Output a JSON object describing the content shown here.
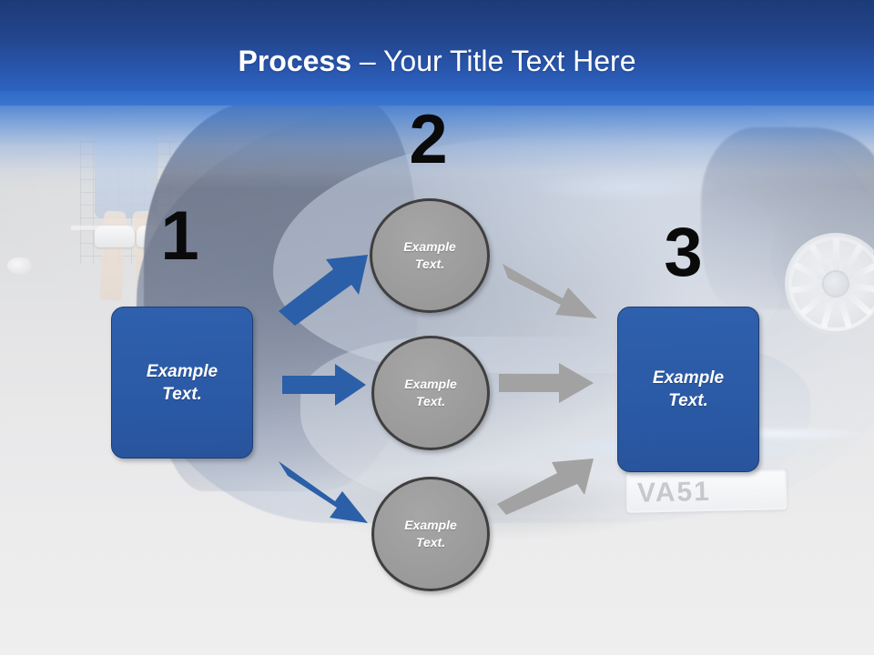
{
  "slide": {
    "title_bold": "Process",
    "title_rest": " – Your Title Text Here"
  },
  "colors": {
    "header_top": "#1d3a78",
    "header_bottom": "#2f6ccb",
    "box_blue": "#2b5aa6",
    "box_blue_border": "#1c3d72",
    "circle_gray": "#9d9d9d",
    "circle_gray_border": "#3f3f3f",
    "arrow_blue": "#2b5fa8",
    "arrow_gray": "#a2a2a2",
    "number_black": "#0a0a0a",
    "text_white": "#ffffff"
  },
  "diagram": {
    "steps": [
      {
        "number": "1",
        "label": "Example\nText."
      },
      {
        "number": "2",
        "label": ""
      },
      {
        "number": "3",
        "label": "Example\nText."
      }
    ],
    "numbers": {
      "one": "1",
      "two": "2",
      "three": "3"
    },
    "start_box": {
      "line1": "Example",
      "line2": "Text."
    },
    "end_box": {
      "line1": "Example",
      "line2": "Text."
    },
    "circles": [
      {
        "line1": "Example",
        "line2": "Text."
      },
      {
        "line1": "Example",
        "line2": "Text."
      },
      {
        "line1": "Example",
        "line2": "Text."
      }
    ],
    "arrows": [
      {
        "name": "blue-arrow-up-right",
        "color": "#2b5fa8",
        "direction": "up-right"
      },
      {
        "name": "blue-arrow-right",
        "color": "#2b5fa8",
        "direction": "right"
      },
      {
        "name": "blue-arrow-down-right",
        "color": "#2b5fa8",
        "direction": "down-right"
      },
      {
        "name": "gray-arrow-down-right",
        "color": "#a2a2a2",
        "direction": "down-right"
      },
      {
        "name": "gray-arrow-right",
        "color": "#a2a2a2",
        "direction": "right"
      },
      {
        "name": "gray-arrow-up-right",
        "color": "#a2a2a2",
        "direction": "up-right"
      }
    ]
  },
  "background": {
    "description": "faded photograph of a dark blue sports car",
    "plate_text": "VA51"
  }
}
